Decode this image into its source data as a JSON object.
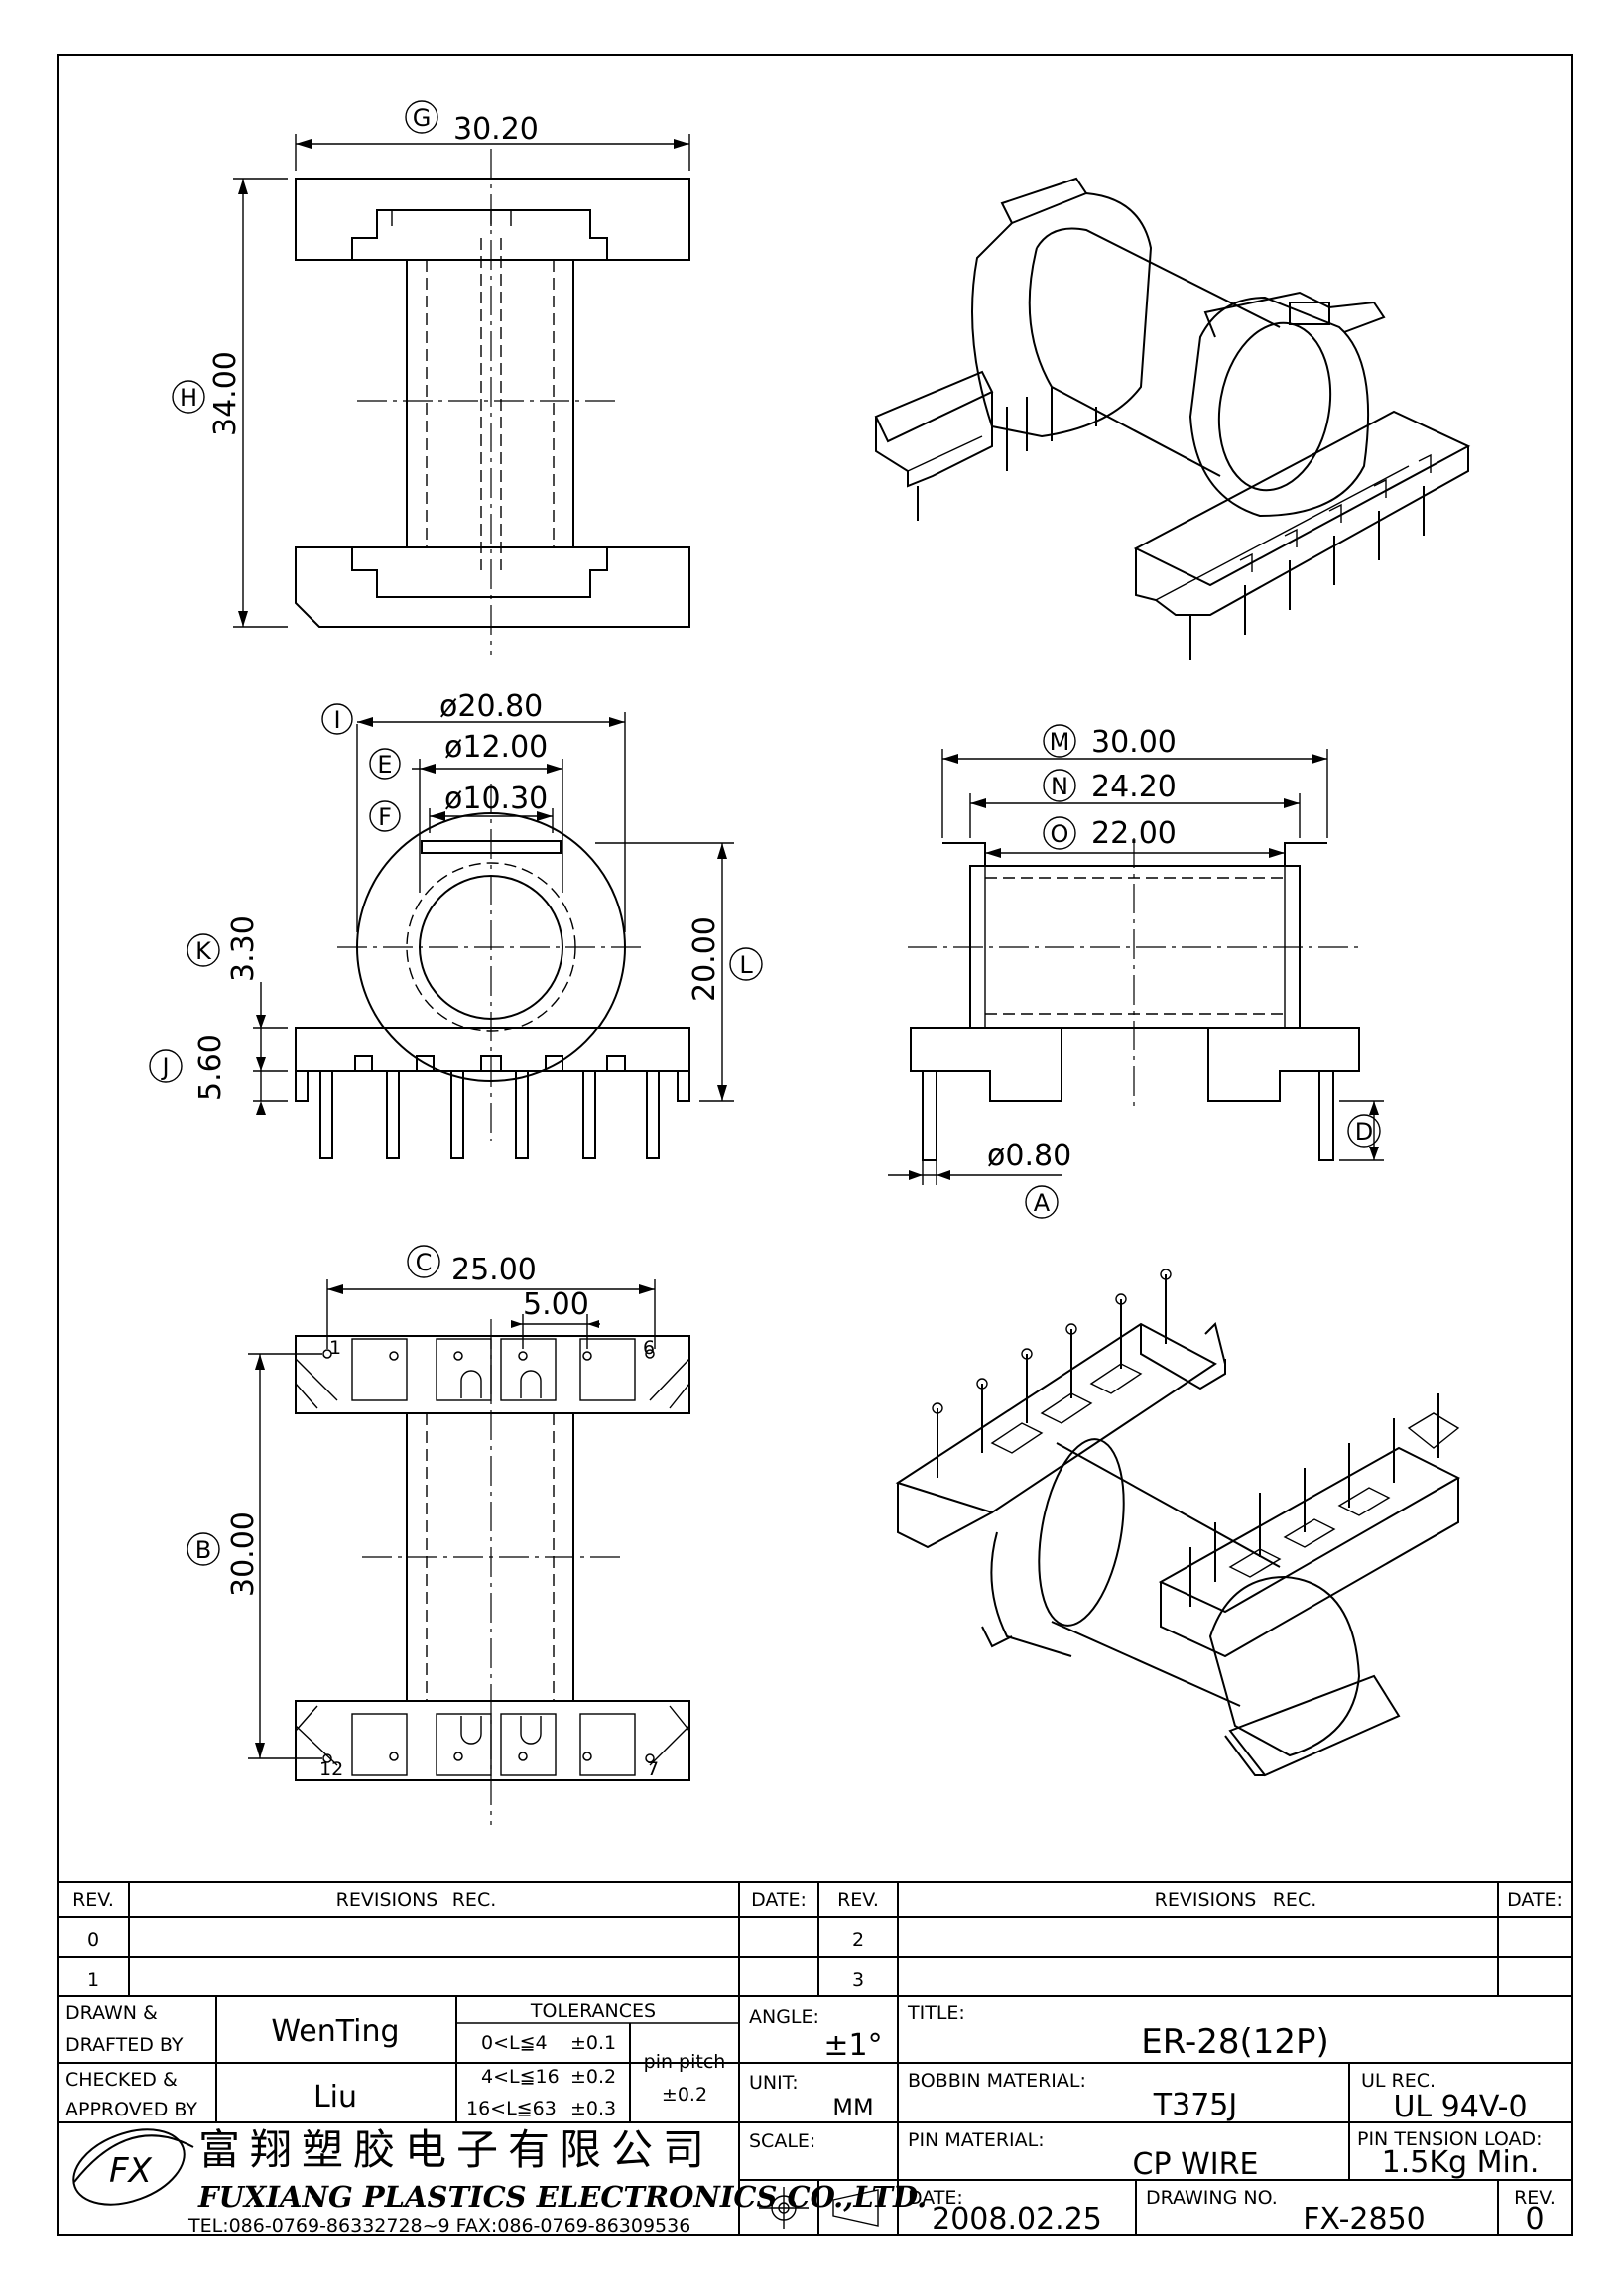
{
  "dimensions": {
    "G": {
      "tag": "G",
      "value": "30.20"
    },
    "H": {
      "tag": "H",
      "value": "34.00"
    },
    "I": {
      "tag": "I",
      "value": "ø20.80"
    },
    "E": {
      "tag": "E",
      "value": "ø12.00"
    },
    "F": {
      "tag": "F",
      "value": "ø10.30"
    },
    "K": {
      "tag": "K",
      "value": "3.30"
    },
    "J": {
      "tag": "J",
      "value": "5.60"
    },
    "L": {
      "tag": "L",
      "value": "20.00"
    },
    "M": {
      "tag": "M",
      "value": "30.00"
    },
    "N": {
      "tag": "N",
      "value": "24.20"
    },
    "O": {
      "tag": "O",
      "value": "22.00"
    },
    "A": {
      "tag": "A",
      "value": "ø0.80"
    },
    "D": {
      "tag": "D"
    },
    "C": {
      "tag": "C",
      "value": "25.00"
    },
    "pitch": {
      "value": "5.00"
    },
    "B": {
      "tag": "B",
      "value": "30.00"
    }
  },
  "pin_numbers": {
    "p1": "1",
    "p6": "6",
    "p12": "12",
    "p7": "7"
  },
  "table": {
    "rev_header": "REV.",
    "revisions_header": "REVISIONS",
    "rec_header": "REC.",
    "date_header": "DATE:",
    "rev_rows_left": [
      "0",
      "1"
    ],
    "rev_rows_right": [
      "2",
      "3"
    ],
    "drawn_label_1": "DRAWN  &",
    "drawn_label_2": "DRAFTED  BY",
    "drawn_by": "WenTing",
    "checked_label_1": "CHECKED  &",
    "checked_label_2": "APPROVED  BY",
    "checked_by": "Liu",
    "tolerances_title": "TOLERANCES",
    "tol_rows": [
      {
        "range": "0<L≦4",
        "tol": "±0.1"
      },
      {
        "range": "4<L≦16",
        "tol": "±0.2"
      },
      {
        "range": "16<L≦63",
        "tol": "±0.3"
      }
    ],
    "pin_pitch_label": "pin  pitch",
    "pin_pitch_tol": "±0.2",
    "angle_label": "ANGLE:",
    "angle_value": "±1°",
    "unit_label": "UNIT:",
    "unit_value": "MM",
    "scale_label": "SCALE:",
    "title_label": "TITLE:",
    "title_value": "ER-28(12P)",
    "bobbin_material_label": "BOBBIN  MATERIAL:",
    "bobbin_material_value": "T375J",
    "ul_rec_label": "UL  REC.",
    "ul_rec_value": "UL  94V-0",
    "pin_material_label": "PIN  MATERIAL:",
    "pin_material_value": "CP  WIRE",
    "pin_tension_label": "PIN  TENSION  LOAD:",
    "pin_tension_value": "1.5Kg  Min.",
    "date_label": "DATE:",
    "date_value": "2008.02.25",
    "drawing_no_label": "DRAWING  NO.",
    "drawing_no_value": "FX-2850",
    "rev_label": "REV.",
    "rev_value": "0"
  },
  "company": {
    "logo_text": "FX",
    "name_cn": "富翔塑胶电子有限公司",
    "name_en": "FUXIANG  PLASTICS  ELECTRONICS  CO.,LTD.",
    "contact": "TEL:086-0769-86332728~9   FAX:086-0769-86309536"
  }
}
